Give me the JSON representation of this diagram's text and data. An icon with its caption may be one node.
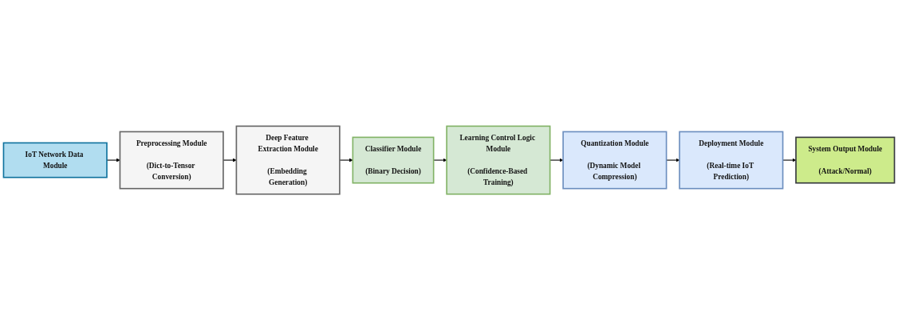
{
  "diagram": {
    "nodes": [
      {
        "text": [
          "IoT Network Data Module"
        ]
      },
      {
        "text": [
          "Preprocessing Module",
          "(Dict-to-Tensor Conversion)"
        ]
      },
      {
        "text": [
          "Deep Feature Extraction Module",
          "(Embedding Generation)"
        ]
      },
      {
        "text": [
          "Classifier Module",
          "(Binary Decision)"
        ]
      },
      {
        "text": [
          "Learning Control Logic Module",
          "(Confidence-Based Training)"
        ]
      },
      {
        "text": [
          "Quantization Module",
          "(Dynamic Model Compression)"
        ]
      },
      {
        "text": [
          "Deployment Module",
          "(Real-time IoT Prediction)"
        ]
      },
      {
        "text": [
          "System Output Module",
          "(Attack/Normal)"
        ]
      }
    ],
    "edges": [
      {
        "from": 0,
        "to": 1,
        "arrow": "to"
      },
      {
        "from": 1,
        "to": 2,
        "arrow": "to"
      },
      {
        "from": 2,
        "to": 3,
        "arrow": "to"
      },
      {
        "from": 3,
        "to": 4,
        "arrow": "to"
      },
      {
        "from": 4,
        "to": 5,
        "arrow": "to"
      },
      {
        "from": 5,
        "to": 6,
        "arrow": "to"
      },
      {
        "from": 6,
        "to": 7,
        "arrow": "to"
      }
    ]
  }
}
